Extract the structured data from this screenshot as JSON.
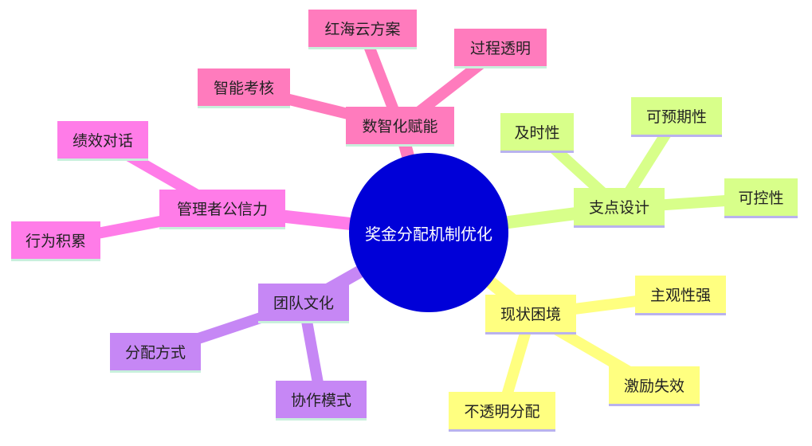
{
  "center": {
    "label": "奖金分配机制优化",
    "color": "#0000d8"
  },
  "branches": [
    {
      "id": "digital",
      "label": "数智化赋能",
      "color": "#ff7bbd",
      "underline": "#c8f0dc",
      "children": [
        {
          "id": "redsea",
          "label": "红海云方案"
        },
        {
          "id": "transparent-process",
          "label": "过程透明"
        },
        {
          "id": "smart-assess",
          "label": "智能考核"
        }
      ]
    },
    {
      "id": "manager",
      "label": "管理者公信力",
      "color": "#ff7ce8",
      "underline": "#c8f0dc",
      "children": [
        {
          "id": "perf-talk",
          "label": "绩效对话"
        },
        {
          "id": "behavior",
          "label": "行为积累"
        }
      ]
    },
    {
      "id": "team",
      "label": "团队文化",
      "color": "#c687f5",
      "underline": "#c8f0dc",
      "children": [
        {
          "id": "alloc-method",
          "label": "分配方式"
        },
        {
          "id": "collab",
          "label": "协作模式"
        }
      ]
    },
    {
      "id": "status",
      "label": "现状困境",
      "color": "#ffff80",
      "underline": "#b9b2ee",
      "children": [
        {
          "id": "subjective",
          "label": "主观性强"
        },
        {
          "id": "incentive",
          "label": "激励失效"
        },
        {
          "id": "opaque",
          "label": "不透明分配"
        }
      ]
    },
    {
      "id": "pivot",
      "label": "支点设计",
      "color": "#d8ff8a",
      "underline": "#b9b2ee",
      "children": [
        {
          "id": "timely",
          "label": "及时性"
        },
        {
          "id": "predictable",
          "label": "可预期性"
        },
        {
          "id": "controllable",
          "label": "可控性"
        }
      ]
    }
  ]
}
